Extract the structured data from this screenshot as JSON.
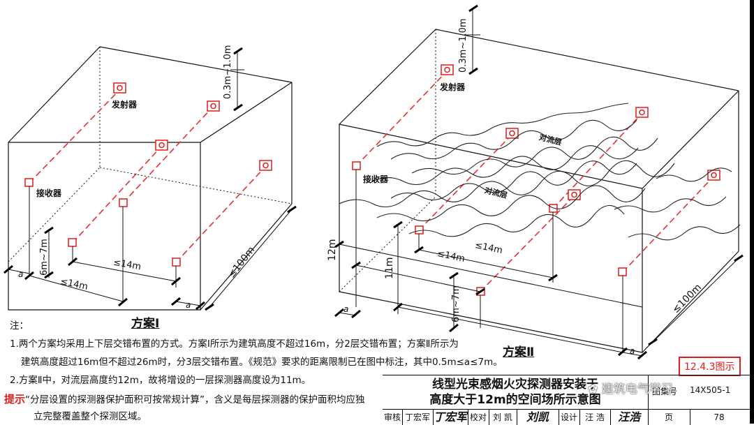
{
  "labels": {
    "fasheqi": "发射器",
    "jieshouqi": "接收器",
    "duiliu": "对流层",
    "scheme1": "方案Ⅰ",
    "scheme2": "方案Ⅱ",
    "alpha": "a",
    "d_03": "0.3m~1.0m",
    "d_7": "6m~7m",
    "d_14": "≤14m",
    "d_100": "≤100m",
    "d_12": "12m",
    "d_11": "11m"
  },
  "notes": {
    "heading": "注：",
    "line1": "1.两个方案均采用上下层交错布置的方式。方案Ⅰ所示为建筑高度不超过16m，分2层交错布置；方案Ⅱ所示为",
    "line2": "建筑高度超过16m但不超过26m时，分3层交错布置。《规范》要求的距离限制已在图中标注，其中0.5m≤a≤7m。",
    "line3": "2.方案Ⅱ中，对流层高度约12m，故将增设的一层探测器高度设为11m。",
    "tips_label": "提示",
    "tips_line1": "“分层设置的探测器保护面积可按常规计算”，含义是每层探测器的保护面积均应独",
    "tips_line2": "立完整覆盖整个探测区域。"
  },
  "reference": "12.4.3图示",
  "title_block": {
    "title1": "线型光束感烟火灾探测器安装于",
    "title2": "高度大于12m的空间场所示意图",
    "atlas_label": "图集号",
    "atlas_no": "14X505-1",
    "shenhe": "审核",
    "shenhe_name": "丁宏军",
    "shenhe_sig": "丁宏军",
    "jiaodui": "校对",
    "jiaodui_name": "刘 凯",
    "jiaodui_sig": "刘凯",
    "sheji": "设计",
    "sheji_name": "汪 浩",
    "sheji_sig": "汪浩",
    "page_label": "页",
    "page_no": "78"
  },
  "watermark": "建筑电气学习",
  "colors": {
    "line": "#111111",
    "red": "#e01c1c",
    "dash": "#e53030"
  }
}
